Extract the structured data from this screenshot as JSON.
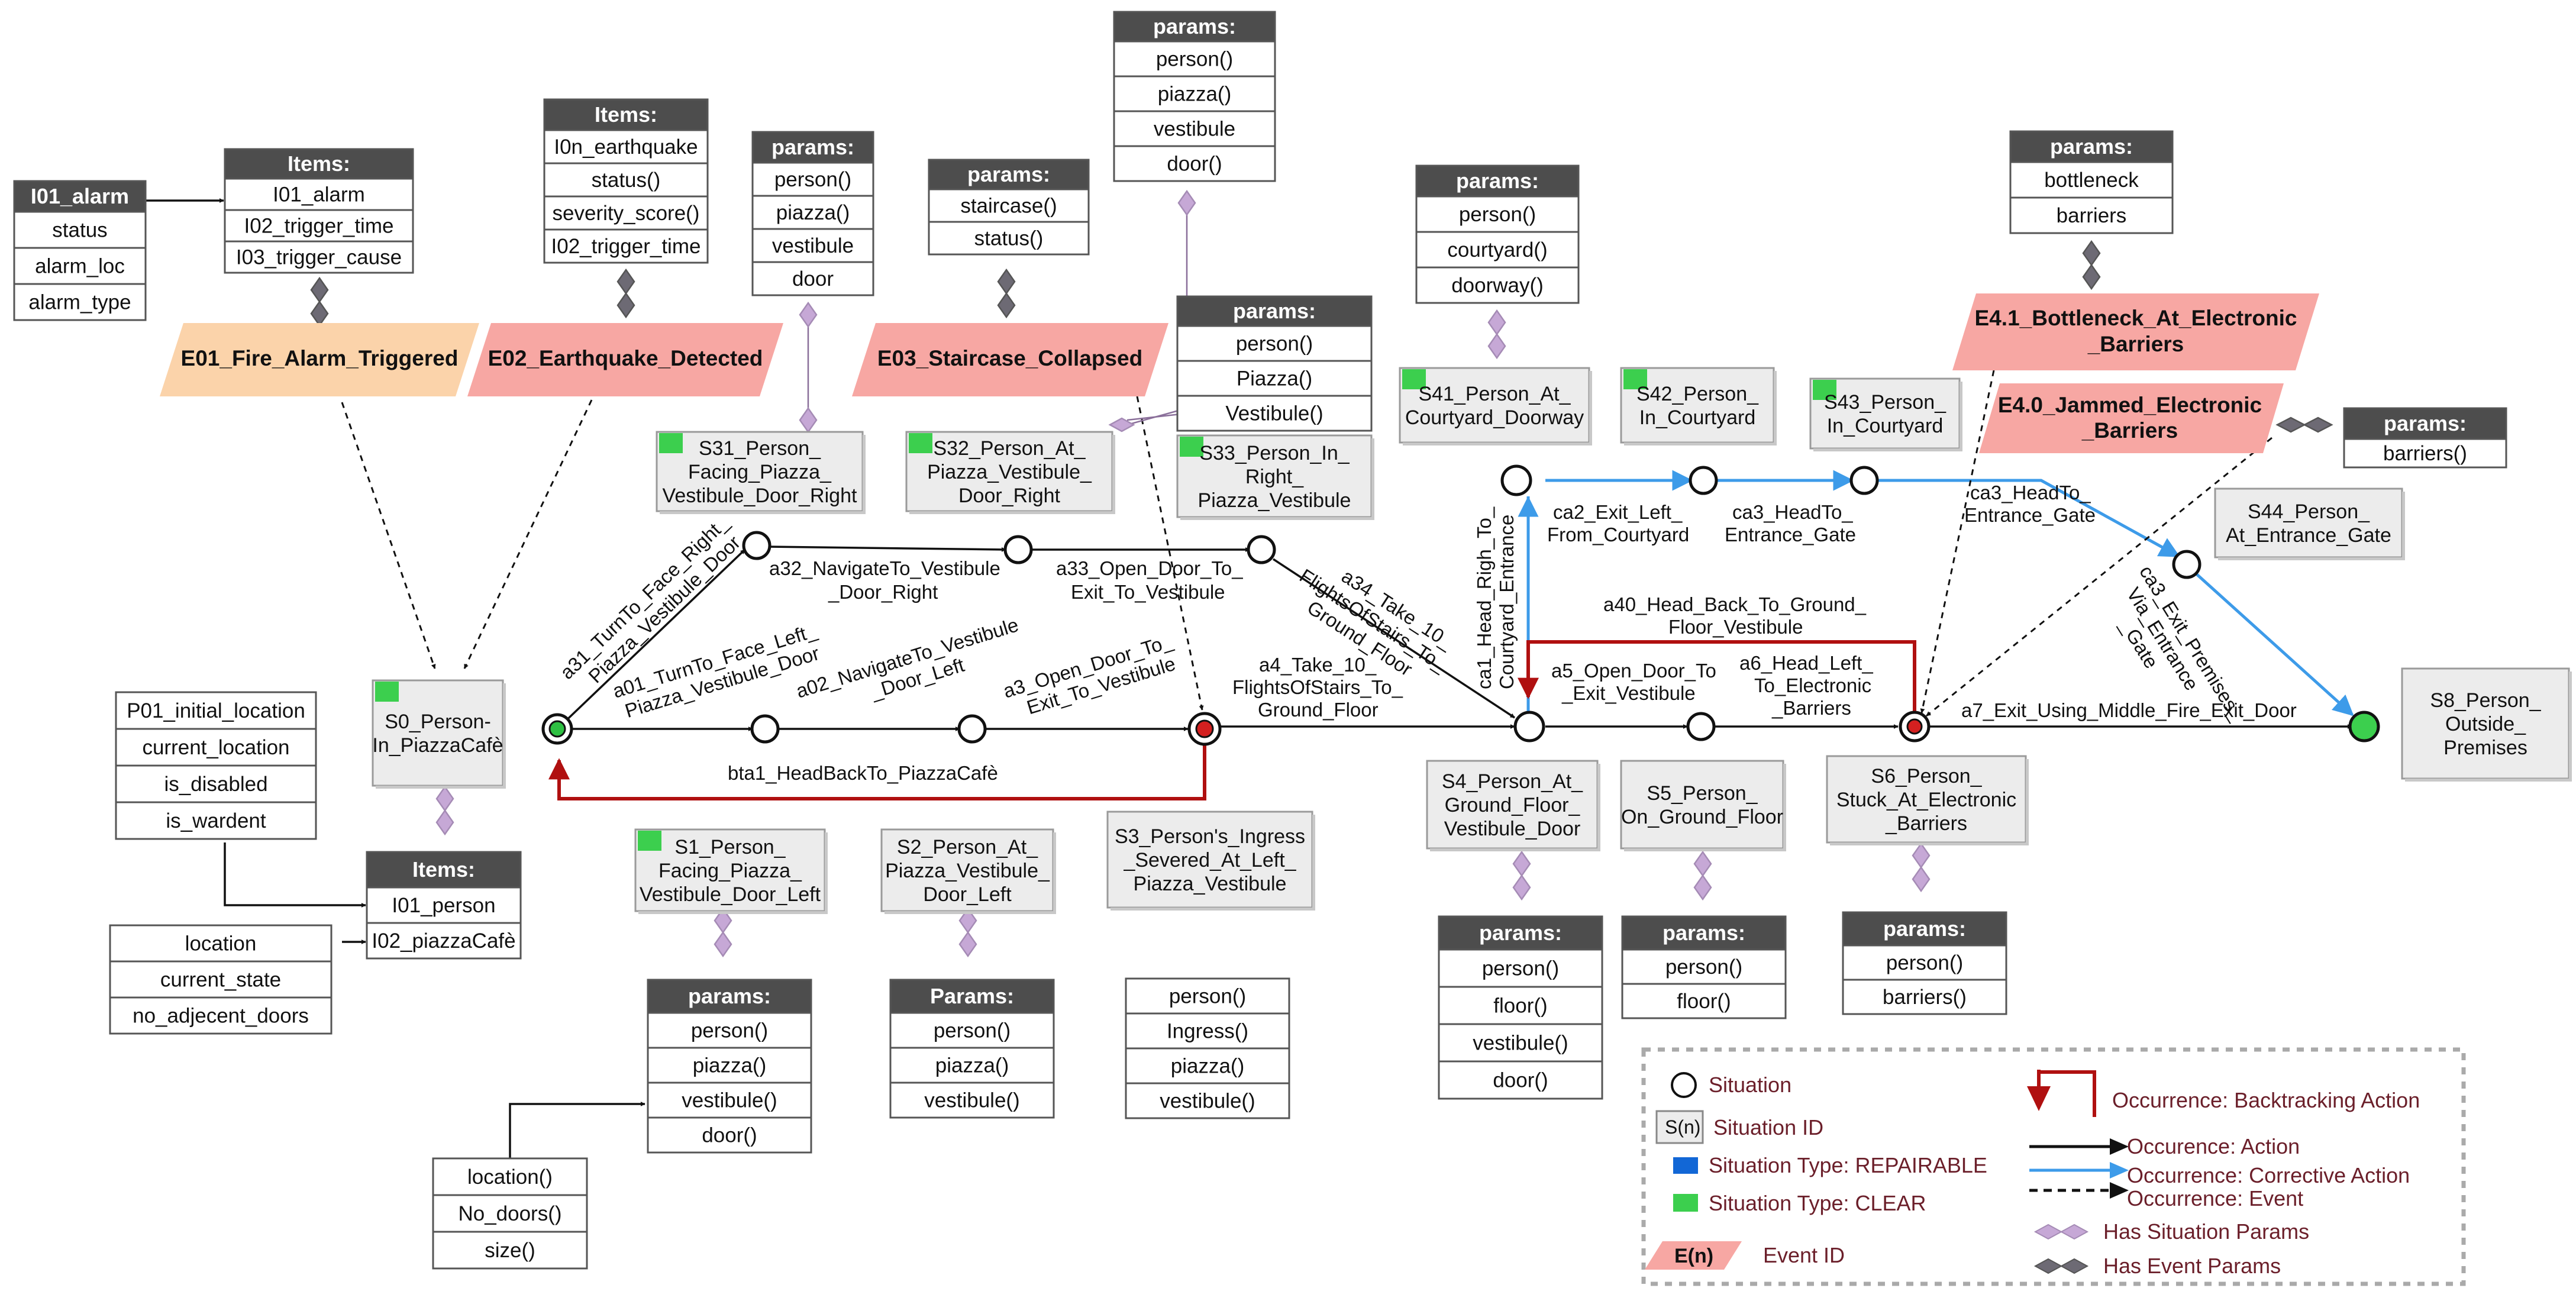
{
  "boxes": {
    "i01_alarm": {
      "title": "I01_alarm",
      "rows": [
        "status",
        "alarm_loc",
        "alarm_type"
      ]
    },
    "items_alarm": {
      "title": "Items:",
      "rows": [
        "I01_alarm",
        "I02_trigger_time",
        "I03_trigger_cause"
      ]
    },
    "items_quake": {
      "title": "Items:",
      "rows": [
        "I0n_earthquake",
        "status()",
        "severity_score()",
        "I02_trigger_time"
      ]
    },
    "params_s31": {
      "title": "params:",
      "rows": [
        "person()",
        "piazza()",
        "vestibule",
        "door"
      ]
    },
    "params_s32": {
      "title": "params:",
      "rows": [
        "staircase()",
        "status()"
      ]
    },
    "params_top": {
      "title": "params:",
      "rows": [
        "person()",
        "piazza()",
        "vestibule",
        "door()"
      ]
    },
    "params_s33": {
      "title": "params:",
      "rows": [
        "person()",
        "Piazza()",
        "Vestibule()"
      ]
    },
    "params_s41": {
      "title": "params:",
      "rows": [
        "person()",
        "courtyard()",
        "doorway()"
      ]
    },
    "params_e41": {
      "title": "params:",
      "rows": [
        "bottleneck",
        "barriers"
      ]
    },
    "params_e40": {
      "title": "params:",
      "rows": [
        "barriers()"
      ]
    },
    "p01": {
      "title": "",
      "rows": [
        "P01_initial_location",
        "current_location",
        "is_disabled",
        "is_wardent"
      ]
    },
    "loc_state": {
      "title": "",
      "rows": [
        "location",
        "current_state",
        "no_adjecent_doors"
      ]
    },
    "items_person": {
      "title": "Items:",
      "rows": [
        "I01_person",
        "I02_piazzaCafè"
      ]
    },
    "params_s1": {
      "title": "params:",
      "rows": [
        "person()",
        "piazza()",
        "vestibule()",
        "door()"
      ]
    },
    "loc_doors": {
      "title": "",
      "rows": [
        "location()",
        "No_doors()",
        "size()"
      ]
    },
    "params_s2": {
      "title": "Params:",
      "rows": [
        "person()",
        "piazza()",
        "vestibule()"
      ]
    },
    "params_s3": {
      "title": "",
      "rows": [
        "person()",
        "Ingress()",
        "piazza()",
        "vestibule()"
      ]
    },
    "params_s4": {
      "title": "params:",
      "rows": [
        "person()",
        "floor()",
        "vestibule()",
        "door()"
      ]
    },
    "params_s5": {
      "title": "params:",
      "rows": [
        "person()",
        "floor()"
      ]
    },
    "params_s6": {
      "title": "params:",
      "rows": [
        "person()",
        "barriers()"
      ]
    }
  },
  "events": {
    "e01": "E01_Fire_Alarm_Triggered",
    "e02": "E02_Earthquake_Detected",
    "e03": "E03_Staircase_Collapsed",
    "e41": [
      "E4.1_Bottleneck_At_Electronic",
      "_Barriers"
    ],
    "e40": [
      "E4.0_Jammed_Electronic",
      "_Barriers"
    ]
  },
  "situations": {
    "s0": [
      "S0_Person-",
      "In_PiazzaCafè"
    ],
    "s31": [
      "S31_Person_",
      "Facing_Piazza_",
      "Vestibule_Door_Right"
    ],
    "s32": [
      "S32_Person_At_",
      "Piazza_Vestibule_",
      "Door_Right"
    ],
    "s33": [
      "S33_Person_In_",
      "Right_",
      "Piazza_Vestibule"
    ],
    "s41": [
      "S41_Person_At_",
      "Courtyard_Doorway"
    ],
    "s42": [
      "S42_Person_",
      "In_Courtyard"
    ],
    "s43": [
      "S43_Person_",
      "In_Courtyard"
    ],
    "s44": [
      "S44_Person_",
      "At_Entrance_Gate"
    ],
    "s8": [
      "S8_Person_",
      "Outside_",
      "Premises"
    ],
    "s1": [
      "S1_Person_",
      "Facing_Piazza_",
      "Vestibule_Door_Left"
    ],
    "s2": [
      "S2_Person_At_",
      "Piazza_Vestibule_",
      "Door_Left"
    ],
    "s3": [
      "S3_Person's_Ingress",
      "_Severed_At_Left_",
      "Piazza_Vestibule"
    ],
    "s4": [
      "S4_Person_At_",
      "Ground_Floor_",
      "Vestibule_Door"
    ],
    "s5": [
      "S5_Person_",
      "On_Ground_Floor"
    ],
    "s6": [
      "S6_Person_",
      "Stuck_At_Electronic",
      "_Barriers"
    ]
  },
  "edge_labels": {
    "a31": [
      "a31_TurnTo_Face_Right_",
      "Piazza_Vestibule_Door"
    ],
    "a01": [
      "a01_TurnTo_Face_Left_",
      "Piazza_Vestibule_Door"
    ],
    "a32": [
      "a32_NavigateTo_Vestibule",
      "_Door_Right"
    ],
    "a02": [
      "a02_NavigateTo_Vestibule",
      "_Door_Left"
    ],
    "a33": [
      "a33_Open_Door_To_",
      "Exit_To_Vestibule"
    ],
    "a3": [
      "a3_Open_Door_To_",
      "Exit_To_Vestibule"
    ],
    "a34": [
      "a34_Take_10_",
      "FlightsOfStairs_To_",
      "Ground_Floor"
    ],
    "a4": [
      "a4_Take_10_",
      "FlightsOfStairs_To_",
      "Ground_Floor"
    ],
    "bta1": [
      "bta1_HeadBackTo_PiazzaCafè"
    ],
    "ca1": [
      "ca1_Head_Righ_To_",
      "Courtyard_Entrance"
    ],
    "ca2": [
      "ca2_Exit_Left_",
      "From_Courtyard"
    ],
    "ca3_mid": [
      "ca3_HeadTo_",
      "Entrance_Gate"
    ],
    "ca3_right": [
      "ca3_HeadTo_",
      "Entrance_Gate"
    ],
    "ca3_exit": [
      "ca3_Exit_Premises_",
      "Via_Entrance",
      "_Gate"
    ],
    "a40": [
      "a40_Head_Back_To_Ground_",
      "Floor_Vestibule"
    ],
    "a5": [
      "a5_Open_Door_To",
      "_Exit_Vestibule"
    ],
    "a6": [
      "a6_Head_Left_",
      "To_Electronic",
      "_Barriers"
    ],
    "a7": [
      "a7_Exit_Using_Middle_Fire_Exit_Door"
    ]
  },
  "legend": {
    "situation": "Situation",
    "situation_id_glyph": "S(n)",
    "situation_id": "Situation ID",
    "repairable": "Situation Type: REPAIRABLE",
    "clear": "Situation Type: CLEAR",
    "event_glyph": "E(n)",
    "event_id": "Event ID",
    "backtracking": "Occurrence: Backtracking Action",
    "action": "Occurence: Action",
    "corrective": "Occurrence: Corrective Action",
    "event": "Occurrence: Event",
    "situation_params": "Has Situation Params",
    "event_params": "Has Event Params"
  },
  "colors": {
    "event_orange": "#fbd3aa",
    "event_pink": "#f7a7a3",
    "clear_green": "#3ccf4e",
    "repairable_blue": "#1267d6",
    "corrective_blue": "#3d9be9",
    "backtrack_red": "#b01010",
    "situation_param_diamond": "#c6a8d6",
    "event_param_diamond": "#6d6a74"
  }
}
